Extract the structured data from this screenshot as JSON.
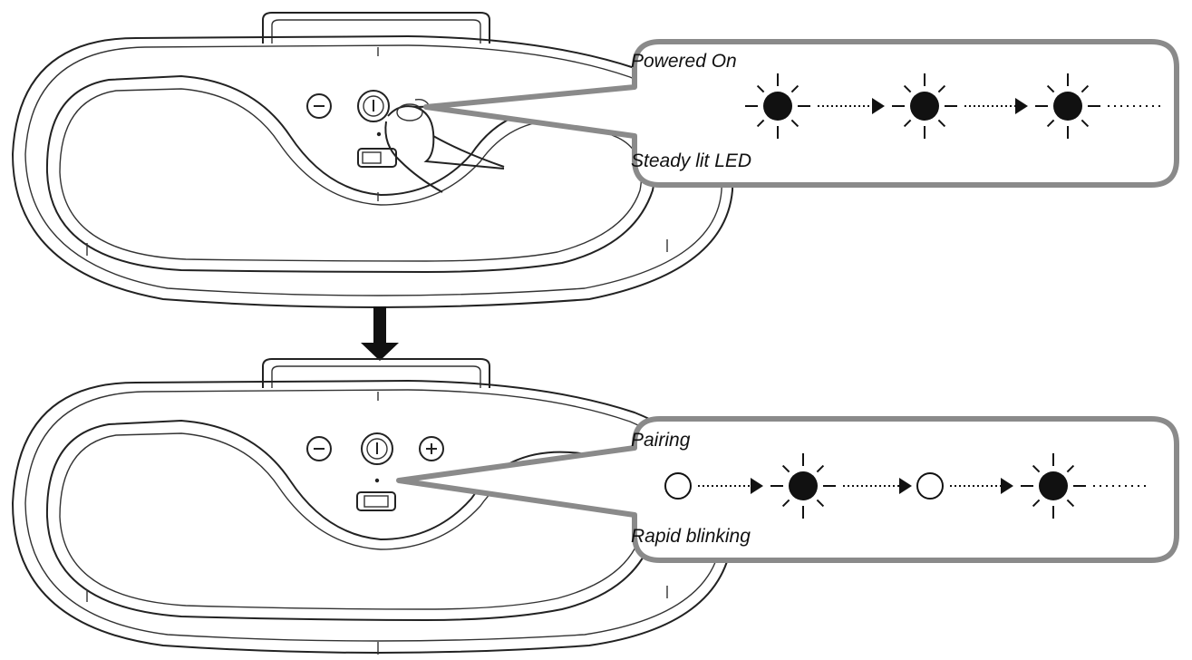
{
  "colors": {
    "ink": "#111111",
    "callout_border": "#8a8a8a",
    "background": "#ffffff"
  },
  "panels": [
    {
      "id": "powered",
      "label_top": "Powered On",
      "label_bottom": "Steady lit LED",
      "led_sequence": [
        "lit",
        "lit",
        "lit"
      ]
    },
    {
      "id": "pairing",
      "label_top": "Pairing",
      "label_bottom": "Rapid blinking",
      "led_sequence": [
        "off",
        "lit",
        "off",
        "lit"
      ]
    }
  ],
  "icons": {
    "led_lit": "led-lit-icon",
    "led_off": "led-off-icon",
    "arrow": "dotted-arrow-icon",
    "finger": "finger-press-icon"
  }
}
